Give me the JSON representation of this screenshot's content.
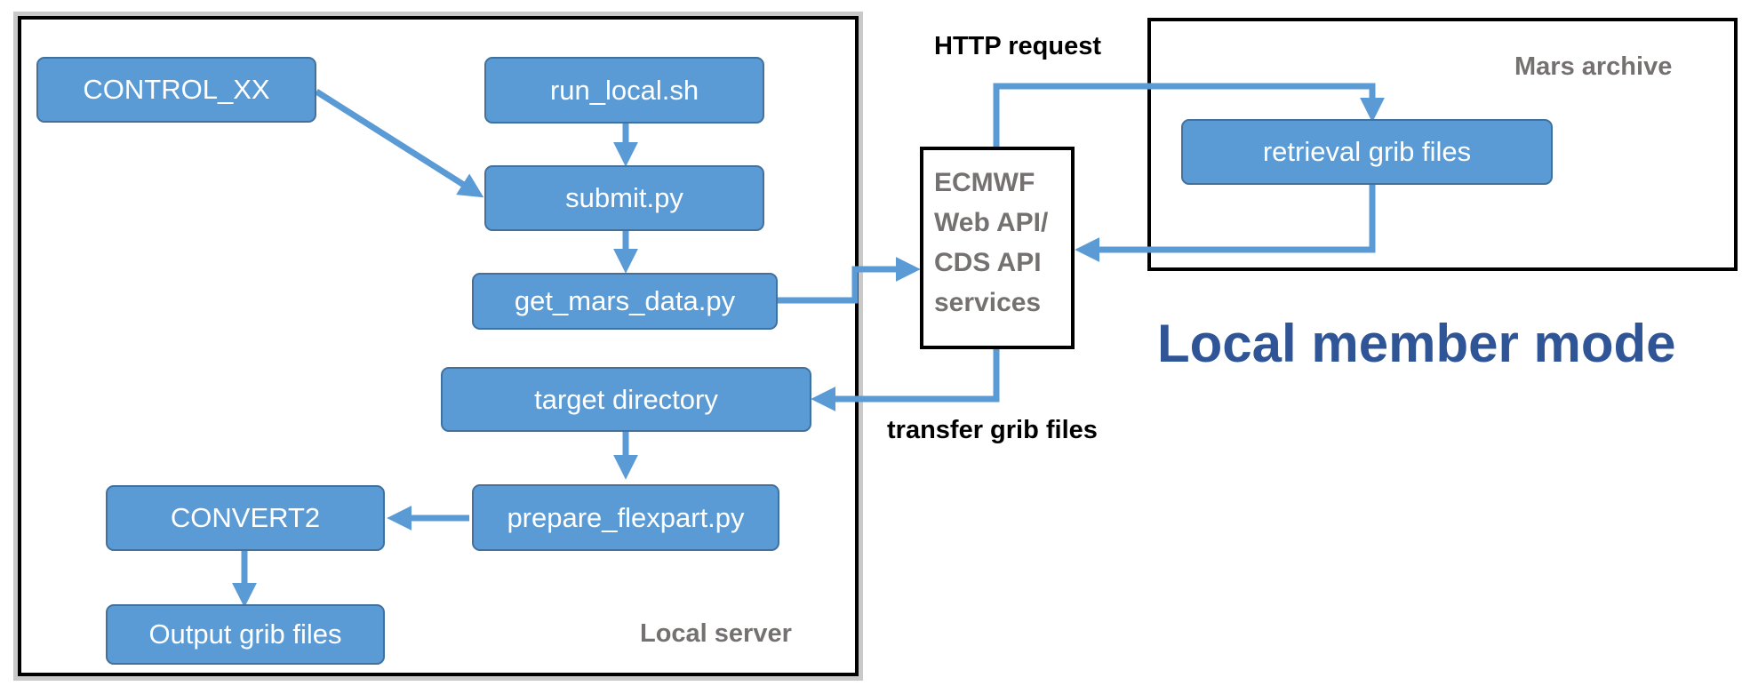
{
  "mode_title": "Local member mode",
  "local_server": {
    "label": "Local server",
    "nodes": {
      "control": "CONTROL_XX",
      "run_local": "run_local.sh",
      "submit": "submit.py",
      "get_mars_data": "get_mars_data.py",
      "target_directory": "target directory",
      "prepare_flexpart": "prepare_flexpart.py",
      "convert2": "CONVERT2",
      "output_grib": "Output grib files"
    }
  },
  "api_services": {
    "text": "ECMWF\nWeb API/\nCDS API\nservices"
  },
  "mars_archive": {
    "label": "Mars archive",
    "retrieval": "retrieval grib files"
  },
  "edge_labels": {
    "http_request": "HTTP request",
    "transfer_grib": "transfer grib files"
  },
  "colors": {
    "node_fill": "#5b9bd5",
    "node_border": "#41719c",
    "arrow": "#5b9bd5",
    "title": "#2f5597",
    "frame_label": "#767171"
  }
}
